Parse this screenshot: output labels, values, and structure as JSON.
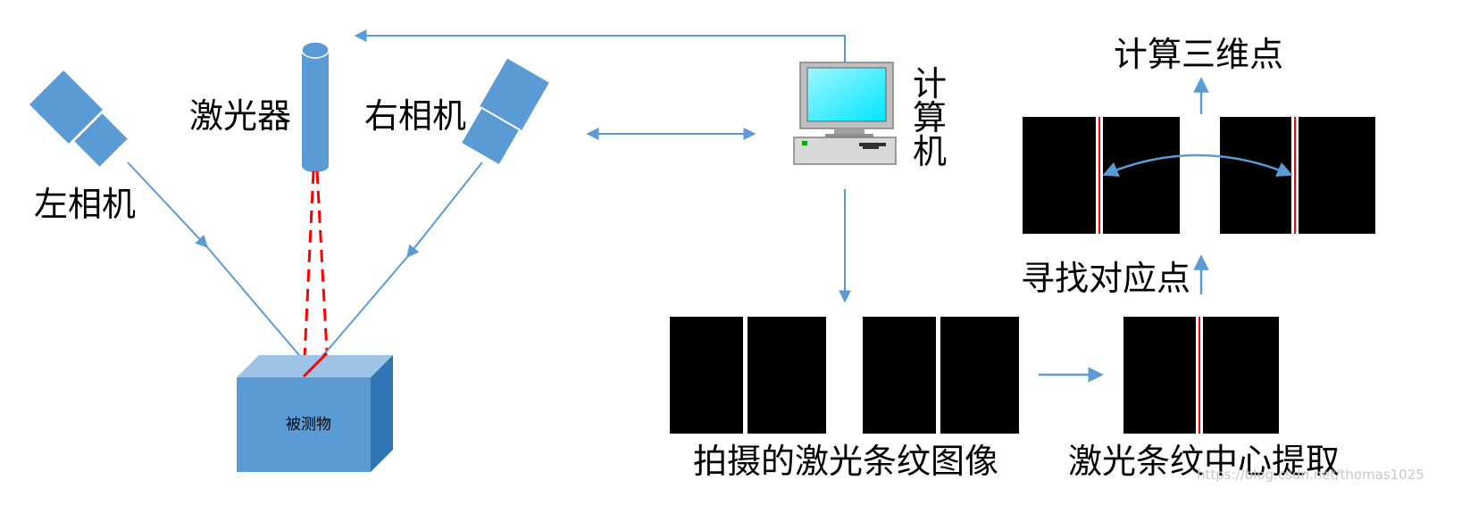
{
  "labels": {
    "laser": "激光器",
    "left_camera": "左相机",
    "right_camera": "右相机",
    "object": "被测物",
    "computer_1": "计",
    "computer_2": "算",
    "computer_3": "机",
    "compute_3d": "计算三维点",
    "find_correspondence": "寻找对应点",
    "captured_images": "拍摄的激光条纹图像",
    "center_extraction": "激光条纹中心提取",
    "watermark": "https://blog.csdn.net/thomas1025"
  },
  "colors": {
    "shape_blue": "#5b9bd5",
    "arrow_blue": "#5b9bd5",
    "laser_red": "#ff0000",
    "image_black": "#000000"
  }
}
